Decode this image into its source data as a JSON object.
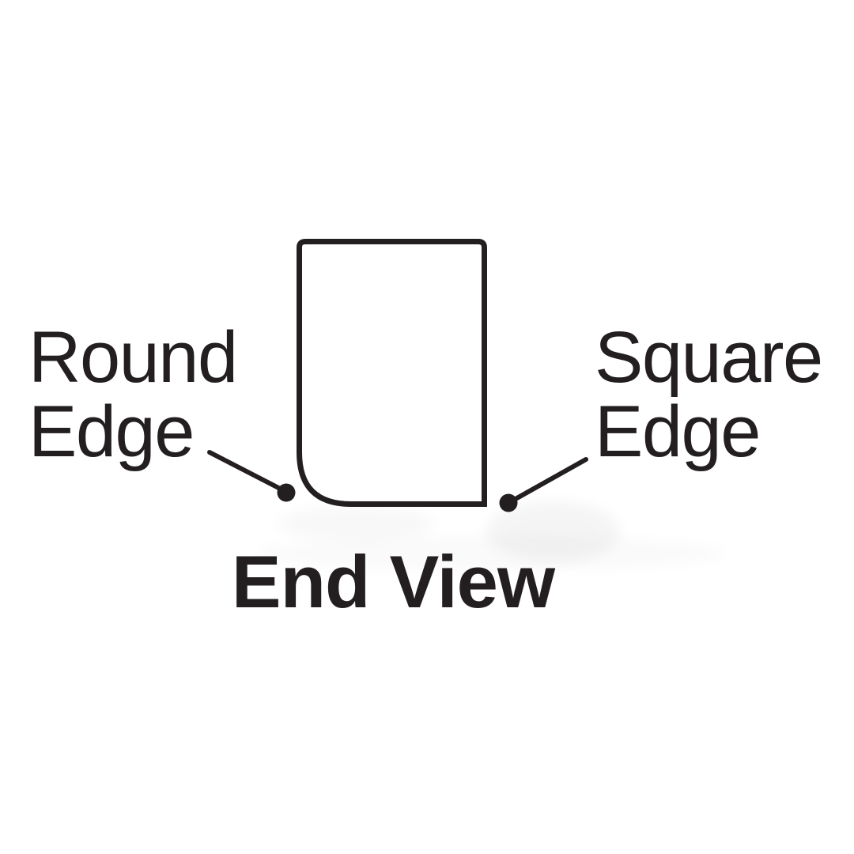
{
  "colors": {
    "ink": "#231f20",
    "background": "#ffffff"
  },
  "diagram": {
    "caption": "End View",
    "labels": {
      "round_edge": "Round\nEdge",
      "square_edge": "Square\nEdge"
    }
  }
}
